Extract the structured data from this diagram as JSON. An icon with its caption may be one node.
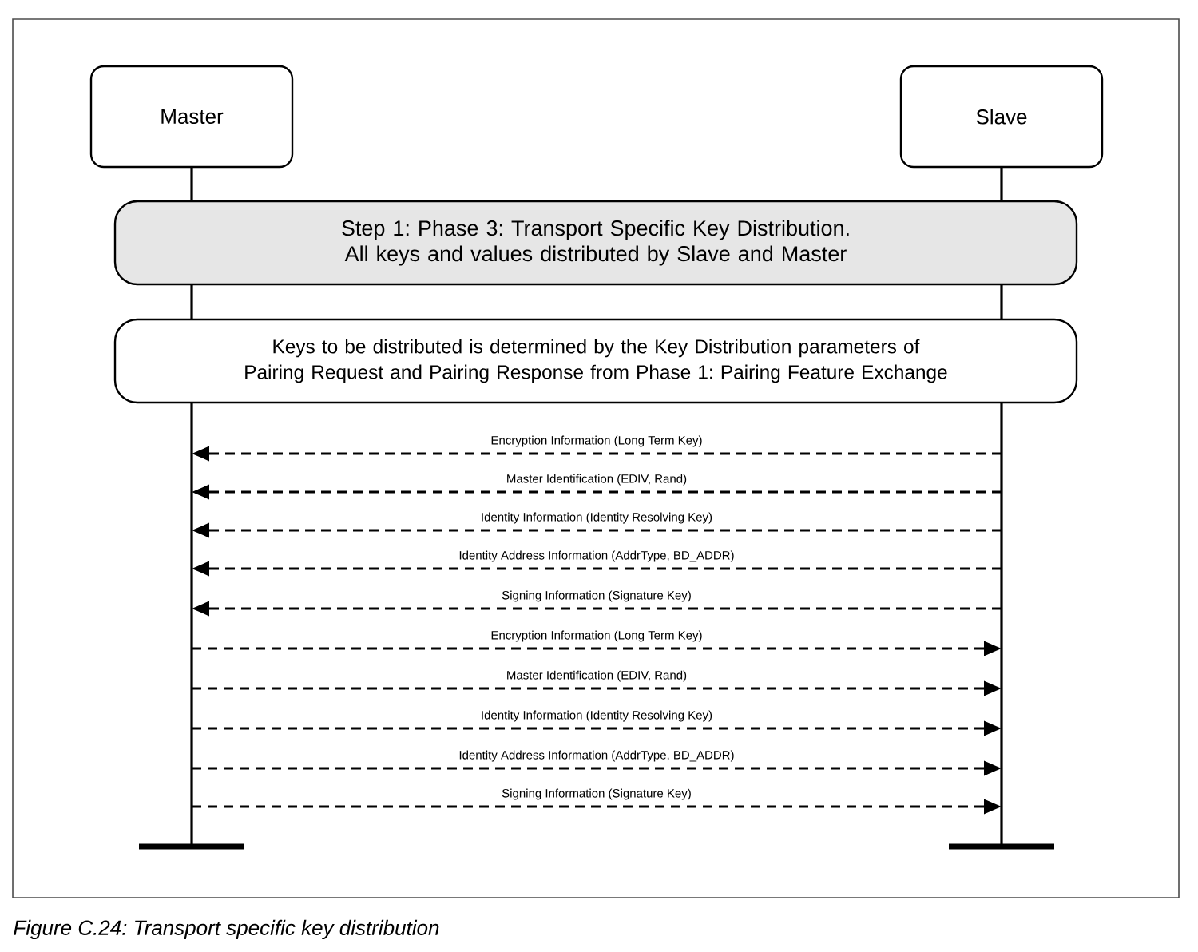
{
  "diagram": {
    "caption": "Figure C.24:  Transport specific key distribution",
    "nodes": [
      {
        "text": [
          "Master"
        ]
      },
      {
        "text": [
          "Slave"
        ]
      },
      {
        "text": [
          "Step 1: Phase 3: Transport Specific Key Distribution. All keys and values distributed by Slave and Master"
        ]
      },
      {
        "text": [
          "Keys to be distributed is determined by the Key Distribution parameters of Pairing Request and Pairing Response from Phase 1: Pairing Feature Exchange"
        ]
      }
    ],
    "edges": [
      {
        "from": 1,
        "to": 0,
        "arrow": "to",
        "style": "dashed",
        "label": "Encryption Information (Long Term Key)"
      },
      {
        "from": 1,
        "to": 0,
        "arrow": "to",
        "style": "dashed",
        "label": "Master Identification (EDIV, Rand)"
      },
      {
        "from": 1,
        "to": 0,
        "arrow": "to",
        "style": "dashed",
        "label": "Identity Information (Identity Resolving Key)"
      },
      {
        "from": 1,
        "to": 0,
        "arrow": "to",
        "style": "dashed",
        "label": "Identity Address Information (AddrType, BD_ADDR)"
      },
      {
        "from": 1,
        "to": 0,
        "arrow": "to",
        "style": "dashed",
        "label": "Signing Information (Signature Key)"
      },
      {
        "from": 0,
        "to": 1,
        "arrow": "to",
        "style": "dashed",
        "label": "Encryption Information (Long Term Key)"
      },
      {
        "from": 0,
        "to": 1,
        "arrow": "to",
        "style": "dashed",
        "label": "Master Identification (EDIV, Rand)"
      },
      {
        "from": 0,
        "to": 1,
        "arrow": "to",
        "style": "dashed",
        "label": "Identity Information (Identity Resolving Key)"
      },
      {
        "from": 0,
        "to": 1,
        "arrow": "to",
        "style": "dashed",
        "label": "Identity Address Information (AddrType, BD_ADDR)"
      },
      {
        "from": 0,
        "to": 1,
        "arrow": "to",
        "style": "dashed",
        "label": "Signing Information (Signature Key)"
      }
    ]
  }
}
